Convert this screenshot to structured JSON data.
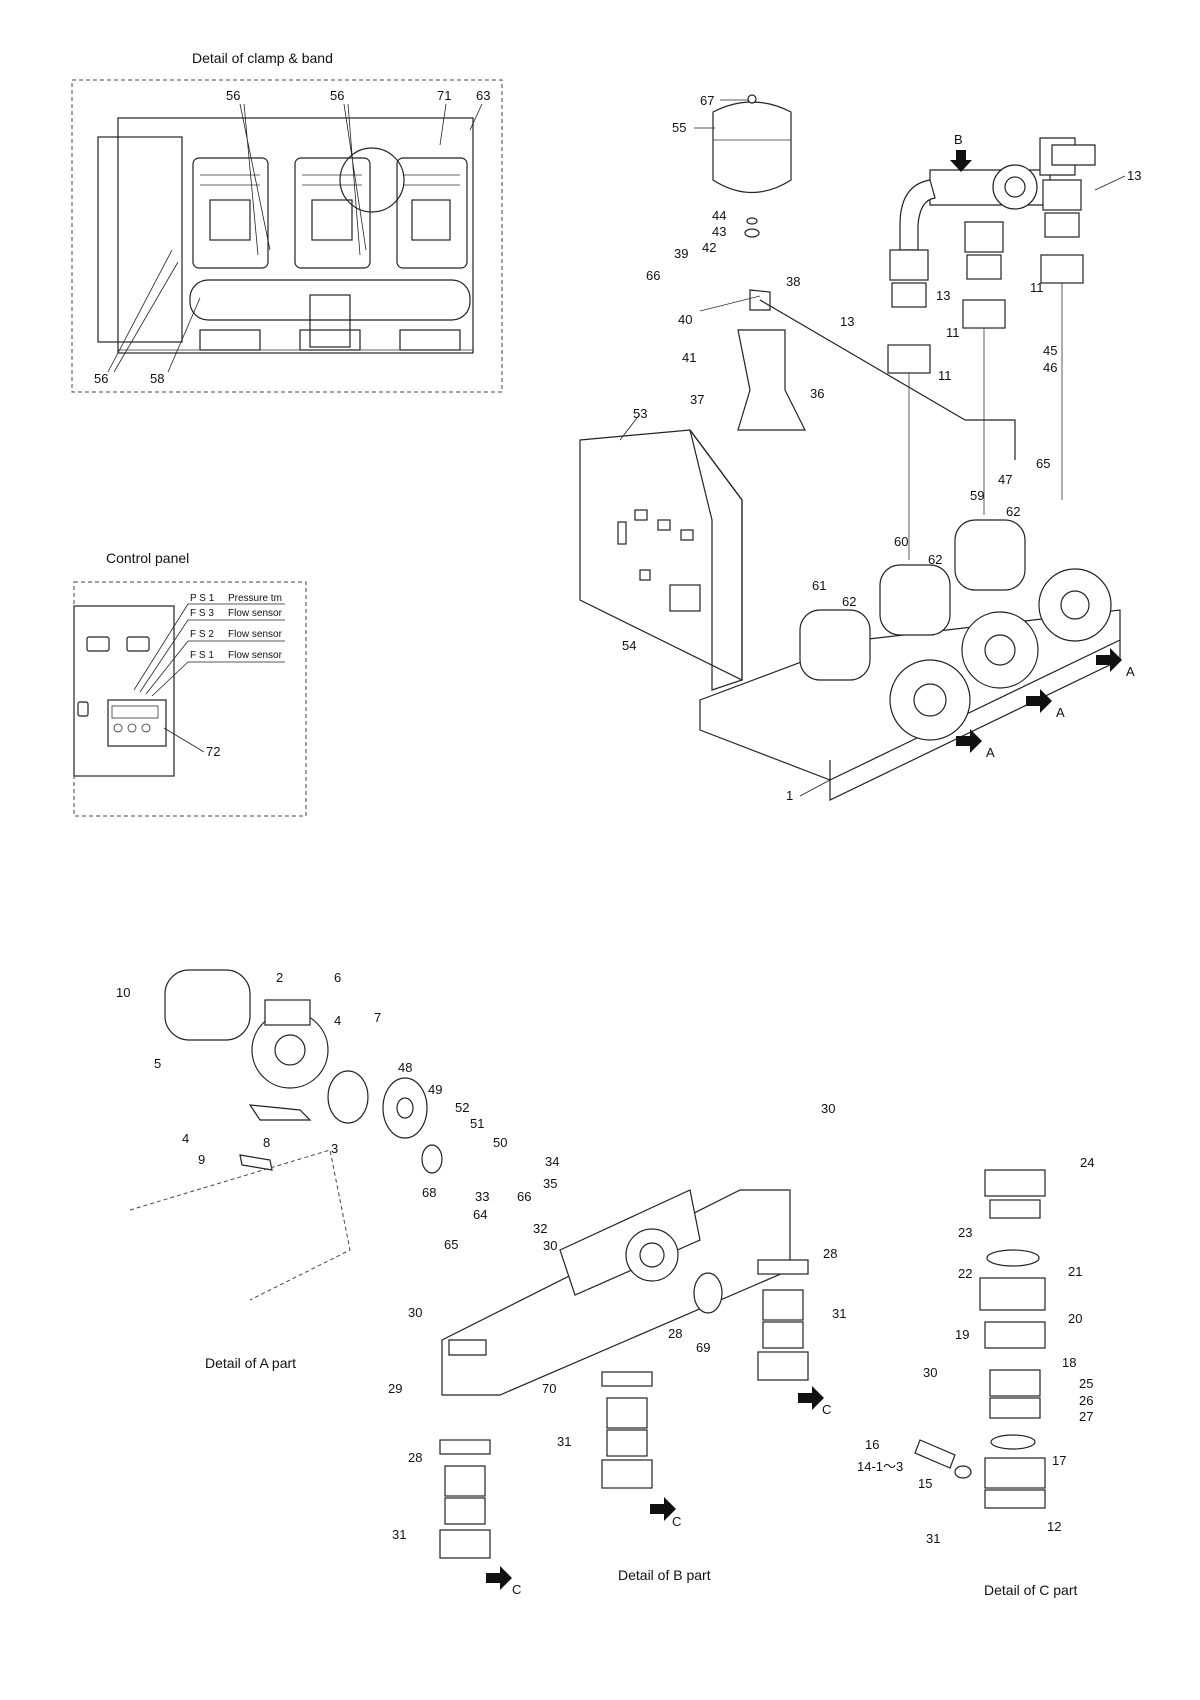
{
  "captions": {
    "clamp_band": "Detail of clamp & band",
    "control_panel": "Control panel",
    "a_part": "Detail of A part",
    "b_part": "Detail of B part",
    "c_part": "Detail of C part"
  },
  "control_panel_rows": [
    {
      "code": "P S 1",
      "name": "Pressure tm"
    },
    {
      "code": "F S 3",
      "name": "Flow sensor"
    },
    {
      "code": "F S 2",
      "name": "Flow sensor"
    },
    {
      "code": "F S 1",
      "name": "Flow sensor"
    }
  ],
  "view_markers": {
    "a": "A",
    "b": "B",
    "c": "C"
  },
  "callouts": {
    "clamp": [
      "56",
      "56",
      "71",
      "63",
      "56",
      "58"
    ],
    "control": [
      "72"
    ],
    "main": [
      "67",
      "55",
      "44",
      "43",
      "42",
      "39",
      "66",
      "38",
      "40",
      "41",
      "37",
      "36",
      "13",
      "11",
      "13",
      "11",
      "13",
      "11",
      "45",
      "46",
      "47",
      "65",
      "53",
      "59",
      "62",
      "60",
      "62",
      "61",
      "62",
      "54",
      "1"
    ],
    "a_part": [
      "10",
      "2",
      "6",
      "4",
      "7",
      "5",
      "48",
      "49",
      "52",
      "51",
      "50",
      "4",
      "9",
      "8",
      "3",
      "68"
    ],
    "b_part": [
      "30",
      "34",
      "35",
      "33",
      "66",
      "64",
      "32",
      "30",
      "65",
      "28",
      "31",
      "30",
      "28",
      "69",
      "29",
      "70",
      "31",
      "28",
      "31"
    ],
    "c_part": [
      "24",
      "23",
      "22",
      "21",
      "20",
      "19",
      "18",
      "30",
      "25",
      "26",
      "27",
      "16",
      "14-1～3",
      "15",
      "17",
      "31",
      "12"
    ]
  }
}
